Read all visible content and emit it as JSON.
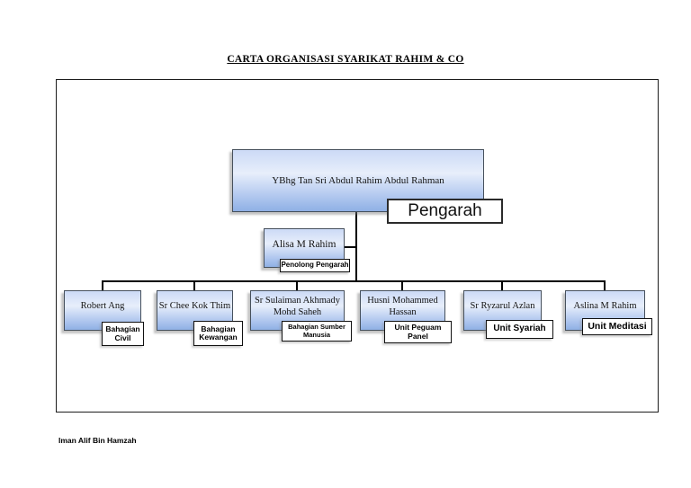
{
  "page": {
    "title": "CARTA ORGANISASI SYARIKAT RAHIM & CO",
    "footer_author": "Iman Alif Bin Hamzah"
  },
  "colors": {
    "box_fill_top": "#ccdaf6",
    "box_fill_bottom": "#8fb0e5",
    "box_border": "#46505c",
    "connector": "#000000",
    "label_background": "#ffffff"
  },
  "org_chart": {
    "director": {
      "name": "YBhg Tan Sri Abdul Rahim Abdul Rahman",
      "role": "Pengarah"
    },
    "assistant": {
      "name": "Alisa M Rahim",
      "role": "Penolong Pengarah"
    },
    "departments": [
      {
        "name": "Robert Ang",
        "unit": "Bahagian Civil",
        "unit_lines": [
          "Bahagian",
          "Civil"
        ]
      },
      {
        "name": "Sr Chee Kok Thim",
        "unit": "Bahagian Kewangan",
        "unit_lines": [
          "Bahagian",
          "Kewangan"
        ]
      },
      {
        "name": "Sr Sulaiman Akhmady Mohd Saheh",
        "unit": "Bahagian Sumber Manusia",
        "unit_lines": [
          "Bahagian Sumber",
          "Manusia"
        ]
      },
      {
        "name": "Husni Mohammed Hassan",
        "unit": "Unit Peguam Panel",
        "unit_lines": [
          "Unit Peguam",
          "Panel"
        ]
      },
      {
        "name": "Sr Ryzarul Azlan",
        "unit": "Unit Syariah",
        "unit_lines": [
          "Unit Syariah"
        ]
      },
      {
        "name": "Aslina M Rahim",
        "unit": "Unit Meditasi",
        "unit_lines": [
          "Unit Meditasi"
        ]
      }
    ]
  }
}
